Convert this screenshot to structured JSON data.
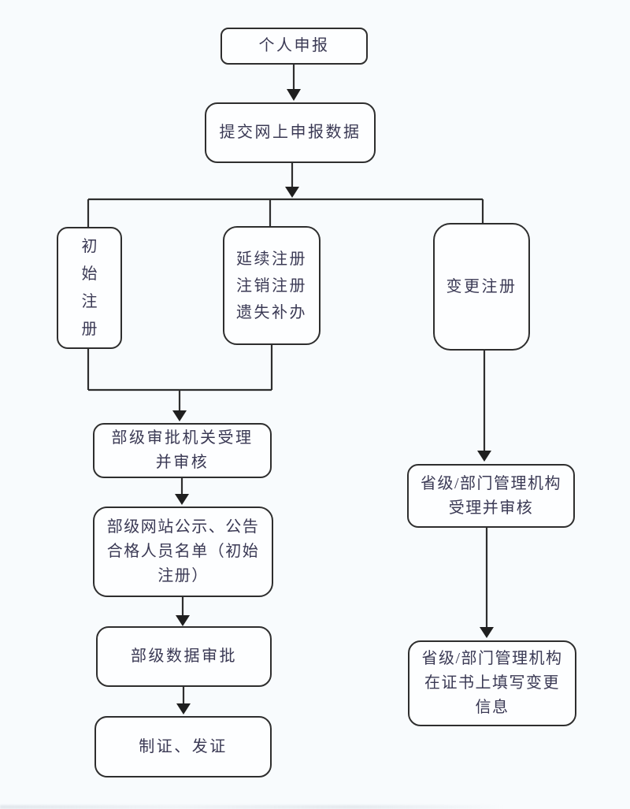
{
  "page": {
    "background_color": "#f8fbfd",
    "node_fill_color": "#fdfeff",
    "node_border_color": "#2e2e2e",
    "text_color": "#3a3954",
    "connector_color": "#2e2e2e"
  },
  "nodes": {
    "personal_declaration": {
      "label": "个人申报"
    },
    "submit_online_data": {
      "label": "提交网上申报数据"
    },
    "initial_registration": {
      "label": "初\n始\n注\n册"
    },
    "renewal_cancel_reissue": {
      "label": "延续注册\n注销注册\n遗失补办"
    },
    "change_registration": {
      "label": "变更注册"
    },
    "ministry_accept_review": {
      "label": "部级审批机关受理\n并审核"
    },
    "ministry_publicity": {
      "label": "部级网站公示、公告\n合格人员名单（初始\n注册）"
    },
    "ministry_data_approval": {
      "label": "部级数据审批"
    },
    "certificate_issuance": {
      "label": "制证、发证"
    },
    "provincial_accept_review": {
      "label": "省级/部门管理机构\n受理并审核"
    },
    "provincial_fill_change": {
      "label": "省级/部门管理机构\n在证书上填写变更\n信息"
    }
  }
}
